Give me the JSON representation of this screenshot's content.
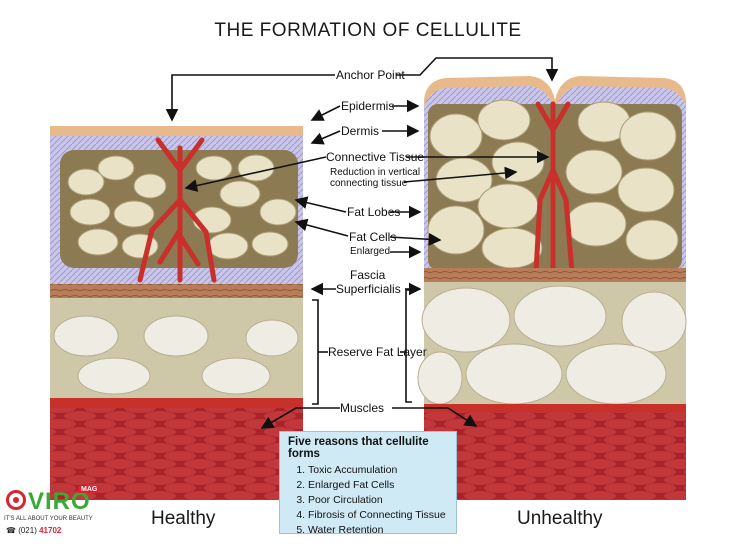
{
  "title": "THE FORMATION OF CELLULITE",
  "labels": {
    "anchor_point": "Anchor Point",
    "epidermis": "Epidermis",
    "dermis": "Dermis",
    "connective_tissue": "Connective Tissue",
    "reduction_line1": "Reduction in vertical",
    "reduction_line2": "connecting tissue",
    "fat_lobes": "Fat Lobes",
    "fat_cells": "Fat Cells",
    "enlarged": "Enlarged",
    "fascia": "Fascia",
    "superficialis": "Superficialis",
    "reserve_fat_layer": "Reserve Fat Layer",
    "muscles": "Muscles"
  },
  "info_box": {
    "heading": "Five reasons that cellulite forms",
    "items": [
      "Toxic Accumulation",
      "Enlarged Fat Cells",
      "Poor Circulation",
      "Fibrosis of Connecting Tissue",
      "Water Retention"
    ]
  },
  "captions": {
    "healthy": "Healthy",
    "unhealthy": "Unhealthy"
  },
  "logo": {
    "brand": "VIRO",
    "badge": "MAG",
    "tagline": "IT'S ALL ABOUT YOUR BEAUTY",
    "phone_prefix": "(021)",
    "phone_number": "41702"
  },
  "colors": {
    "epidermis": "#e8b98a",
    "dermis": "#b9b6e0",
    "fat_cell": "#e9e2c6",
    "vessel": "#c9302c",
    "fascia": "#b87d58",
    "reserve_layer": "#cfc8a8",
    "muscle": "#a8242a",
    "info_box": "#cfeaf5",
    "brand_green": "#3aa935",
    "brand_red": "#d9232e"
  }
}
